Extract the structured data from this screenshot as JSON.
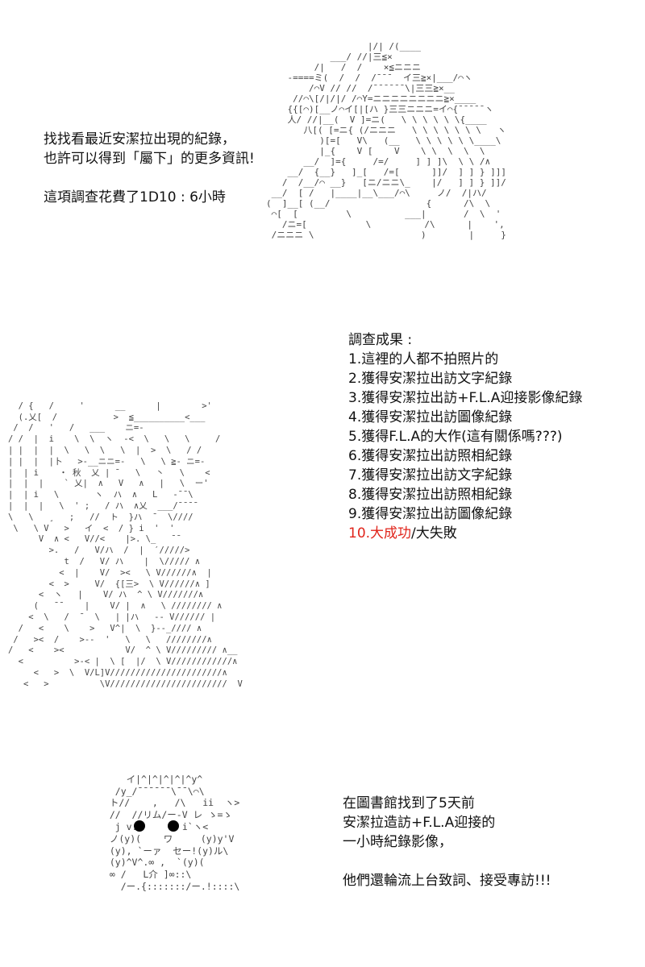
{
  "block1": {
    "line1": "找找看最近安潔拉出現的紀錄，",
    "line2": "也許可以得到「屬下」的更多資訊!",
    "line3": "這項調查花費了1D10 : 6小時"
  },
  "block2": {
    "heading": "調查成果 :",
    "items": [
      "1.這裡的人都不拍照片的",
      "2.獲得安潔拉出訪文字紀錄",
      "3.獲得安潔拉出訪+F.L.A迎接影像紀錄",
      "4.獲得安潔拉出訪圖像紀錄",
      "5.獲得F.L.A的大作(這有關係嗎???)",
      "6.獲得安潔拉出訪照相紀錄",
      "7.獲得安潔拉出訪文字紀錄",
      "8.獲得安潔拉出訪照相紀錄",
      "9.獲得安潔拉出訪圖像紀錄"
    ],
    "item10_red": "10.大成功",
    "item10_rest": "/大失敗"
  },
  "block3": {
    "line1": "在圖書館找到了5天前",
    "line2": "安潔拉造訪+F.L.A迎接的",
    "line3": "一小時紀錄影像，",
    "line4": "他們還輪流上台致詞、接受專訪!!!"
  },
  "colors": {
    "text": "#111111",
    "highlight": "#e0241b",
    "art": "#444444"
  }
}
